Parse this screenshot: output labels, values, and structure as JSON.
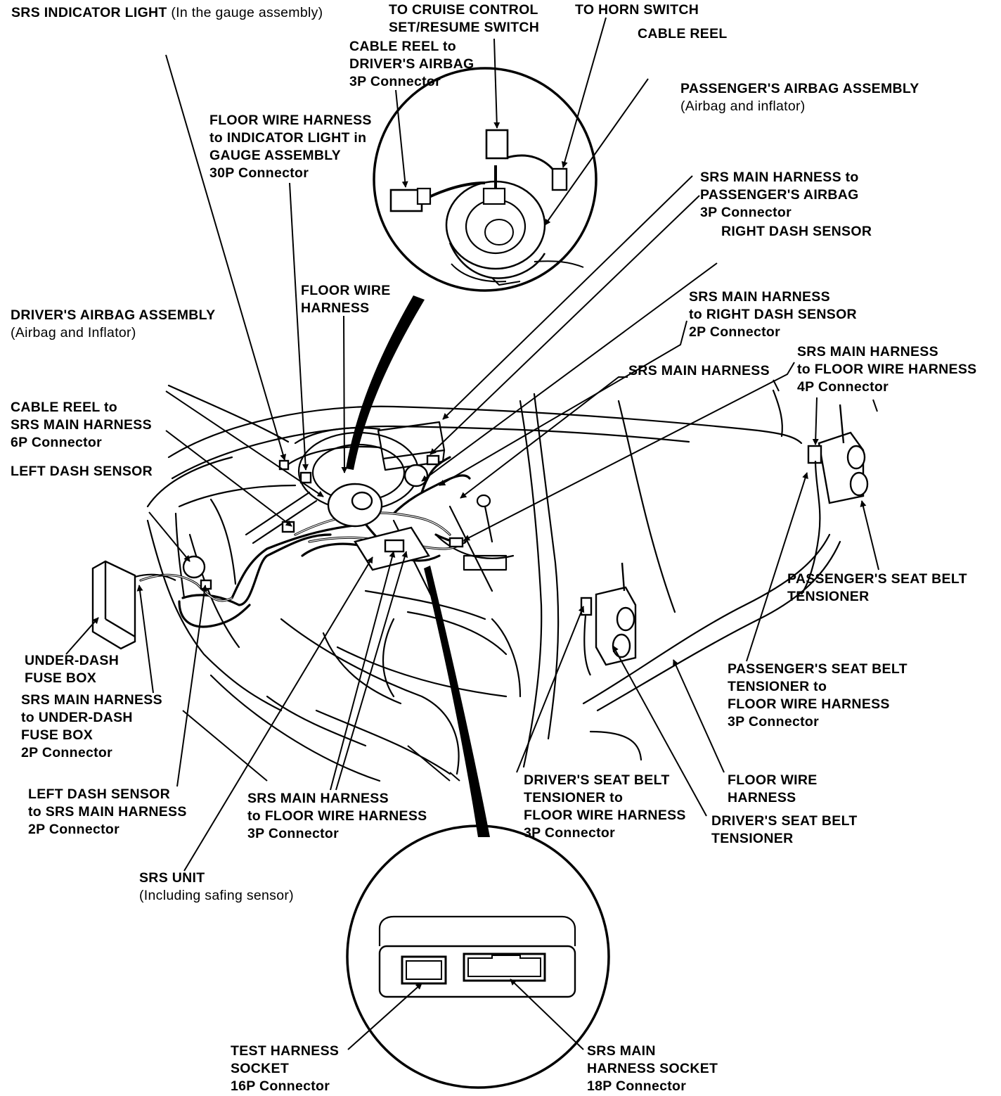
{
  "labels": {
    "srs_indicator_light": {
      "main": "SRS INDICATOR LIGHT",
      "note": "(In the gauge assembly)"
    },
    "to_cruise_control": [
      "TO CRUISE CONTROL",
      "SET/RESUME SWITCH"
    ],
    "to_horn_switch": "TO HORN SWITCH",
    "cable_reel": "CABLE REEL",
    "cable_reel_to_drivers_airbag": [
      "CABLE REEL to",
      "DRIVER'S AIRBAG",
      "3P Connector"
    ],
    "passengers_airbag_assembly": [
      "PASSENGER'S AIRBAG ASSEMBLY",
      "(Airbag and inflator)"
    ],
    "floor_wire_harness_to_indicator": [
      "FLOOR WIRE HARNESS",
      "to INDICATOR LIGHT in",
      "GAUGE ASSEMBLY",
      "30P Connector"
    ],
    "srs_main_harness_to_passengers_airbag": [
      "SRS MAIN HARNESS to",
      "PASSENGER'S AIRBAG",
      "3P Connector"
    ],
    "right_dash_sensor": "RIGHT DASH SENSOR",
    "floor_wire_harness_top": [
      "FLOOR WIRE",
      "HARNESS"
    ],
    "drivers_airbag_assembly": [
      "DRIVER'S AIRBAG ASSEMBLY",
      "(Airbag and Inflator)"
    ],
    "srs_main_harness_to_right_dash_sensor": [
      "SRS MAIN HARNESS",
      "to RIGHT DASH SENSOR",
      "2P Connector"
    ],
    "srs_main_harness_to_floor_wire_4p": [
      "SRS MAIN HARNESS",
      "to FLOOR WIRE HARNESS",
      "4P Connector"
    ],
    "srs_main_harness": "SRS MAIN HARNESS",
    "cable_reel_to_srs_main_harness": [
      "CABLE REEL to",
      "SRS MAIN HARNESS",
      "6P Connector"
    ],
    "left_dash_sensor": "LEFT DASH SENSOR",
    "passengers_seat_belt_tensioner": [
      "PASSENGER'S SEAT BELT",
      "TENSIONER"
    ],
    "under_dash_fuse_box": [
      "UNDER-DASH",
      "FUSE BOX"
    ],
    "srs_main_harness_to_under_dash_fuse_box": [
      "SRS MAIN HARNESS",
      "to UNDER-DASH",
      "FUSE BOX",
      "2P Connector"
    ],
    "passengers_seat_belt_tensioner_to_floor": [
      "PASSENGER'S SEAT BELT",
      "TENSIONER to",
      "FLOOR WIRE HARNESS",
      "3P Connector"
    ],
    "left_dash_sensor_to_srs_main_harness": [
      "LEFT DASH SENSOR",
      "to SRS MAIN HARNESS",
      "2P Connector"
    ],
    "srs_main_harness_to_floor_wire_3p": [
      "SRS MAIN HARNESS",
      "to FLOOR WIRE HARNESS",
      "3P Connector"
    ],
    "drivers_seat_belt_tensioner_to_floor": [
      "DRIVER'S SEAT BELT",
      "TENSIONER to",
      "FLOOR WIRE HARNESS",
      "3P Connector"
    ],
    "floor_wire_harness_bottom": [
      "FLOOR WIRE",
      "HARNESS"
    ],
    "drivers_seat_belt_tensioner": [
      "DRIVER'S SEAT BELT",
      "TENSIONER"
    ],
    "srs_unit": [
      "SRS UNIT",
      "(Including safing sensor)"
    ],
    "test_harness_socket": [
      "TEST HARNESS",
      "SOCKET",
      "16P Connector"
    ],
    "srs_main_harness_socket": [
      "SRS MAIN",
      "HARNESS SOCKET",
      "18P Connector"
    ]
  }
}
